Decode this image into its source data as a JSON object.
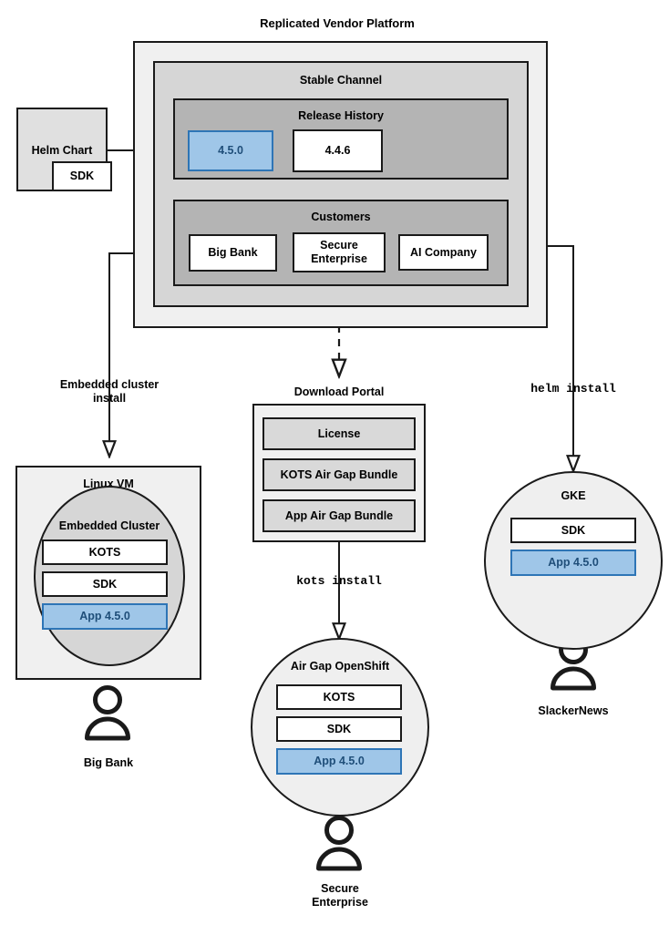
{
  "diagram": {
    "title": "Replicated Vendor Platform",
    "platform": {
      "label": "Replicated Vendor Platform",
      "channel": {
        "label": "Stable Channel",
        "release_history": {
          "label": "Release History",
          "releases": [
            {
              "version": "4.5.0",
              "highlighted": true
            },
            {
              "version": "4.4.6",
              "highlighted": false
            }
          ]
        },
        "customers": {
          "label": "Customers",
          "items": [
            {
              "name": "Big Bank"
            },
            {
              "name": "Secure\nEnterprise"
            },
            {
              "name": "AI Company"
            }
          ]
        }
      }
    },
    "source": {
      "chart_label": "Helm Chart",
      "sdk_label": "SDK"
    },
    "connector_labels": {
      "embedded": "Embedded cluster\ninstall",
      "kots": "kots install",
      "helm": "helm install"
    },
    "download_portal": {
      "label": "Download Portal",
      "artifacts": [
        "License",
        "KOTS Air Gap Bundle",
        "App Air Gap Bundle"
      ]
    },
    "targets": [
      {
        "id": "linux-vm",
        "outer_label": "Linux VM",
        "inner_label": "Embedded Cluster",
        "components": [
          {
            "label": "KOTS",
            "style": "white"
          },
          {
            "label": "SDK",
            "style": "white"
          },
          {
            "label": "App 4.5.0",
            "style": "blue"
          }
        ],
        "customer": "Big Bank"
      },
      {
        "id": "air-gap-openshift",
        "outer_label": "Air Gap OpenShift",
        "components": [
          {
            "label": "KOTS",
            "style": "white"
          },
          {
            "label": "SDK",
            "style": "white"
          },
          {
            "label": "App 4.5.0",
            "style": "blue"
          }
        ],
        "customer": "Secure\nEnterprise"
      },
      {
        "id": "gke",
        "outer_label": "GKE",
        "components": [
          {
            "label": "SDK",
            "style": "white"
          },
          {
            "label": "App 4.5.0",
            "style": "blue"
          }
        ],
        "customer": "SlackerNews"
      }
    ],
    "colors": {
      "stroke": "#1a1a1a",
      "platform_fill": "#F0F0F0",
      "channel_fill": "#D6D6D6",
      "inner_fill": "#B4B4B4",
      "highlight_fill": "#9FC6E8",
      "highlight_stroke": "#2E75B6",
      "highlight_text": "#1F4E79",
      "artifact_fill": "#D9D9D9"
    }
  }
}
